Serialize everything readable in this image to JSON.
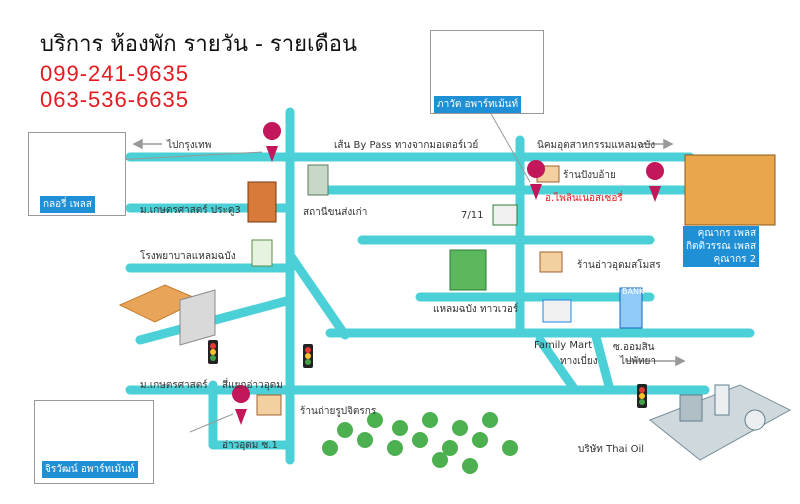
{
  "header": {
    "title": "บริการ ห้องพัก รายวัน - รายเดือน",
    "phone1": "099-241-9635",
    "phone2": "063-536-6635"
  },
  "roads": {
    "bypass": "เส้น By Pass ทางจากมอเตอร์เวย์",
    "to_bangkok": "ไปกรุงเทพ",
    "to_industrial": "นิคมอุตสาหกรรมแหลมฉบัง",
    "to_pattaya": "ไปพัทยา"
  },
  "places": {
    "ku3": "ม.เกษตรศาสตร์ ประตู3",
    "hospital": "โรงพยาบาลแหลมฉบัง",
    "sakhon": "สถานีขนส่งเก่า",
    "seven": "7/11",
    "pang": "ร้านปังบอ้าย",
    "atom_place": "อ.ไพลินเนอสเซอรี่",
    "shop": "ร้านอ่าวอุดมสโมสร",
    "tower": "แหลมฉบัง ทาวเวอร์",
    "familymart": "Family Mart",
    "soi_ommasin": "ซ.ออมสิน",
    "thangbieng": "ทางเบี่ยง",
    "ku": "ม.เกษตรศาสตร์",
    "junction": "สี่แยกอ่าวอุดม",
    "photo": "ร้านถ่ายรูปจิตรกร",
    "soi1": "อ่าวอุดม ซ.1",
    "thaioil": "บริษัท Thai Oil",
    "bank": "BANK"
  },
  "buildings": {
    "glory": "กลอรี่ เพลส",
    "pawat": "ภาวัต อพาร์ทเม้นท์",
    "khunakorn1": "คุณากร เพลส",
    "khunakorn2": "กิตติวรรณ เพลส",
    "khunakorn3": "คุณากร 2",
    "jirawat": "จิรวัฒน์ อพาร์ทเม้นท์"
  },
  "colors": {
    "road": "#4ad0d6",
    "title_red": "#e5191f",
    "tag_blue": "#1f8fd6",
    "pin": "#c2185b",
    "tree": "#4caf50"
  }
}
